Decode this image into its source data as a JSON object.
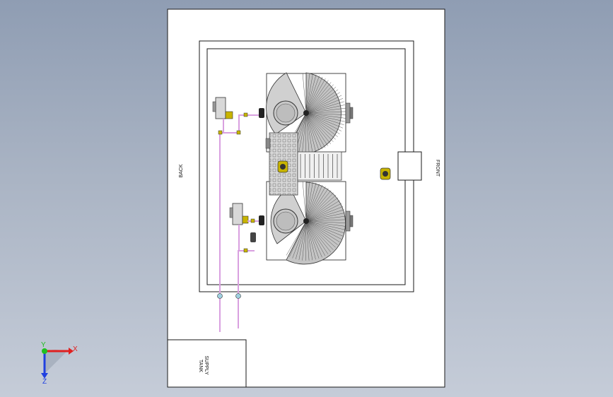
{
  "drawing": {
    "labels": {
      "back": "BACK",
      "front": "FRONT",
      "supply_tank_line1": "SUPPLY",
      "supply_tank_line2": "TANK"
    }
  },
  "triad": {
    "x_label": "X",
    "y_label": "Y",
    "z_label": "Z",
    "x_color": "#e02020",
    "y_color": "#20c020",
    "z_color": "#2040e0"
  },
  "colors": {
    "sheet": "#ffffff",
    "line": "#1a1a1a",
    "pipe": "#d9a0e0",
    "valve": "#c8b400",
    "dome": "#b8b8b8",
    "conveyor": "#d4d4d4"
  }
}
